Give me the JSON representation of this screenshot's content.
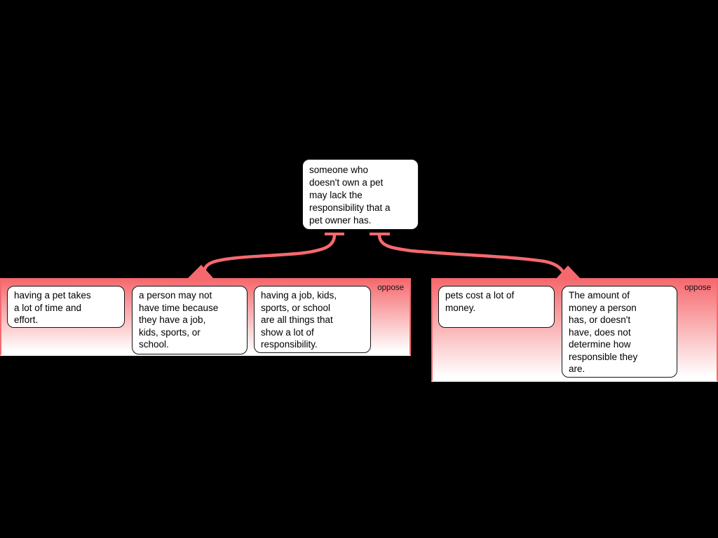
{
  "claim": {
    "text": "someone who\ndoesn't own a pet\nmay lack the\nresponsibility that a\npet owner has."
  },
  "groups": [
    {
      "label": "oppose",
      "boxes": [
        {
          "text": "having a pet takes\na lot of time and\neffort."
        },
        {
          "text": "a person may not\nhave time because\nthey have a job,\nkids, sports, or\nschool."
        },
        {
          "text": "having a job, kids,\nsports, or school\nare all things that\nshow a lot of\nresponsibility."
        }
      ]
    },
    {
      "label": "oppose",
      "boxes": [
        {
          "text": "pets cost a lot of\nmoney."
        },
        {
          "text": "The amount of\nmoney a person\nhas, or doesn't\nhave, does not\ndetermine how\nresponsible they\nare."
        }
      ]
    }
  ],
  "colors": {
    "accent": "#f5696e",
    "background": "#000000",
    "box_border": "#141414",
    "text": "#000000"
  }
}
